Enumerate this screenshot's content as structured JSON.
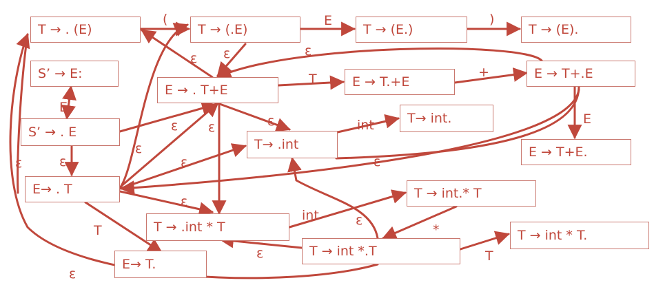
{
  "colors": {
    "stroke": "#c0483c",
    "box_border": "#c9776e",
    "text": "#c0483c",
    "background": "#ffffff"
  },
  "states": {
    "t_dot_paren": "T → . (E)",
    "t_paren_dot_e": "T → (.E)",
    "t_paren_e_dot": "T → (E.)",
    "t_paren_done": "T → (E).",
    "sp_e_done": "S’ → E:",
    "e_dot_tpe": "E → . T+E",
    "e_t_dot_pe": "E → T.+E",
    "e_tp_dot_e": "E → T+.E",
    "t_dot_int": "T→ .int",
    "t_int_done": "T→ int.",
    "sp_dot_e": "S’ → . E",
    "e_tpe_done": "E → T+E.",
    "e_dot_t": "E→ . T",
    "t_int_dot_times": "T → int.* T",
    "t_dot_int_times": "T → .int * T",
    "t_int_times_dot": "T → int *.T",
    "t_int_times_done": "T → int * T.",
    "e_t_done": "E→ T."
  },
  "labels": {
    "open_paren": "(",
    "e_1": "E",
    "close_paren": ")",
    "eps_1": "ε",
    "eps_2": "ε",
    "eps_3": "ε",
    "t_1": "T",
    "plus": "+",
    "e_2": "E",
    "eps_4": "ε",
    "eps_5": "ε",
    "eps_6": "ε",
    "int_1": "int",
    "e_3": "E",
    "eps_7": "ε",
    "eps_8": "ε",
    "eps_9": "ε",
    "eps_10": "ε",
    "int_2": "int",
    "eps_11": "ε",
    "times": "*",
    "t_2": "T",
    "eps_12": "ε",
    "t_3": "T",
    "eps_13": "ε"
  }
}
